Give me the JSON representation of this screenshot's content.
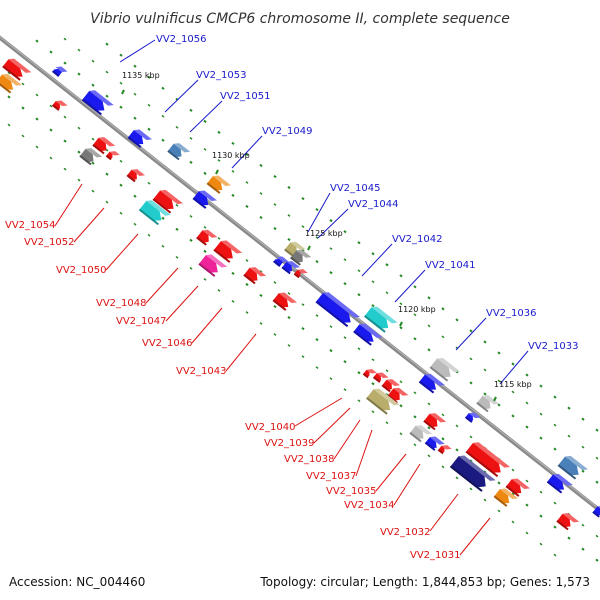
{
  "title": "Vibrio vulnificus CMCP6 chromosome II, complete sequence",
  "footer": {
    "accession": "Accession: NC_004460",
    "summary": "Topology: circular; Length: 1,844,853 bp; Genes: 1,573"
  },
  "scale_labels": [
    "1135 kbp",
    "1130 kbp",
    "1125 kbp",
    "1120 kbp",
    "1115 kbp"
  ],
  "genes_top_strand": [
    "VV2_1056",
    "VV2_1053",
    "VV2_1051",
    "VV2_1049",
    "VV2_1045",
    "VV2_1044",
    "VV2_1042",
    "VV2_1041",
    "VV2_1036",
    "VV2_1033"
  ],
  "genes_bottom_strand": [
    "VV2_1054",
    "VV2_1052",
    "VV2_1050",
    "VV2_1048",
    "VV2_1047",
    "VV2_1046",
    "VV2_1043",
    "VV2_1040",
    "VV2_1039",
    "VV2_1038",
    "VV2_1037",
    "VV2_1035",
    "VV2_1034",
    "VV2_1032",
    "VV2_1031"
  ],
  "colors": {
    "backbone": "#8a8a8a",
    "gene_red": "#ee1111",
    "gene_blue": "#1a1aee",
    "gene_cyan": "#22cccc",
    "gene_orange": "#ee8811",
    "gene_gray": "#777777",
    "gene_light_gray": "#bbbbbb",
    "gene_steel_blue": "#4a80b8",
    "gene_olive": "#b8ad6a",
    "gene_magenta": "#ee2299",
    "gene_navy": "#1a1a80",
    "tick_green": "#228822"
  }
}
